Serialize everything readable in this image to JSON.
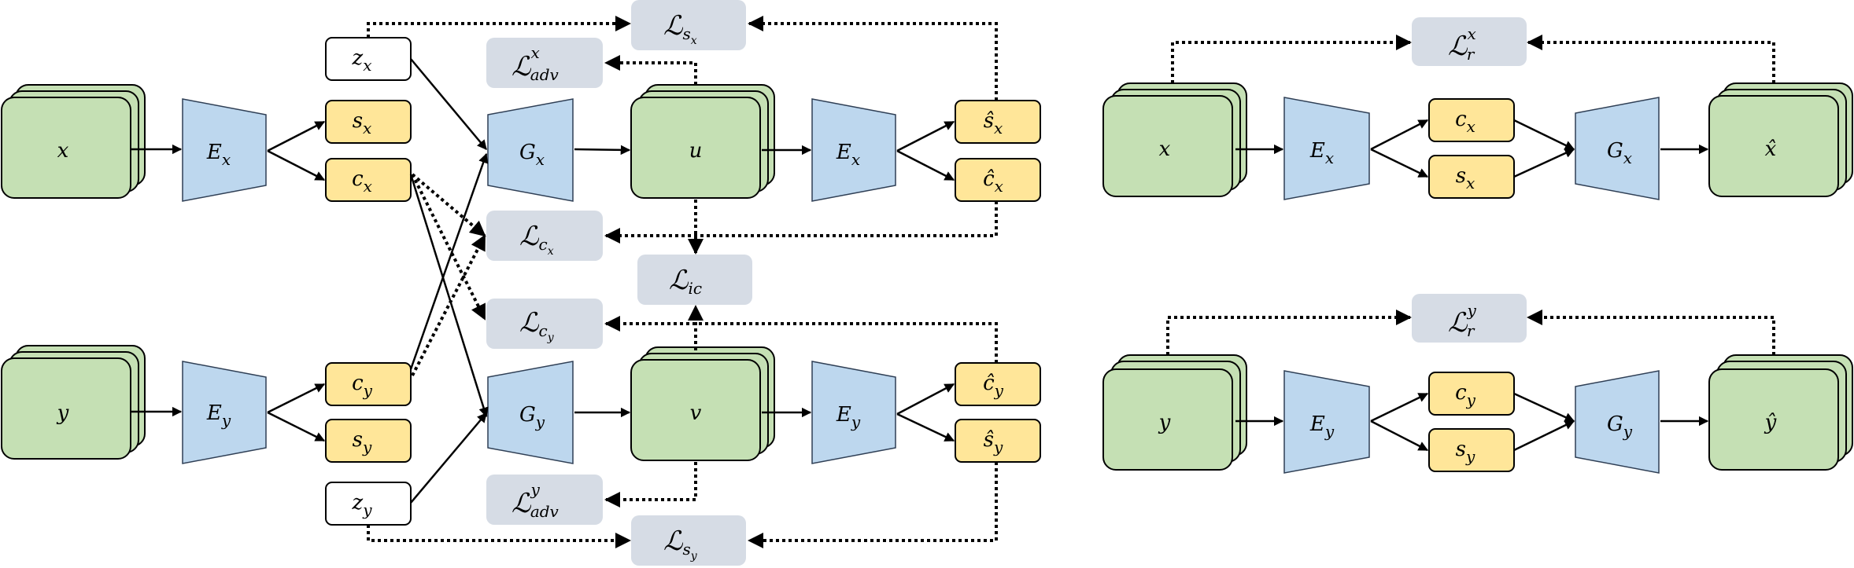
{
  "labels": {
    "x": "x",
    "y": "y",
    "u": "u",
    "v": "v",
    "x_hat": "x̂",
    "y_hat": "ŷ",
    "E": "E",
    "G": "G",
    "s": "s",
    "c": "c",
    "z": "z",
    "s_hat": "ŝ",
    "c_hat": "ĉ",
    "sub_x": "x",
    "sub_y": "y",
    "L": "ℒ",
    "adv": "adv",
    "ic": "ic",
    "r": "r"
  },
  "colors": {
    "image_block": "#c5e0b4",
    "encoder_decoder": "#bdd7ee",
    "code": "#ffe699",
    "noise": "#ffffff",
    "loss": "#d6dce5"
  }
}
